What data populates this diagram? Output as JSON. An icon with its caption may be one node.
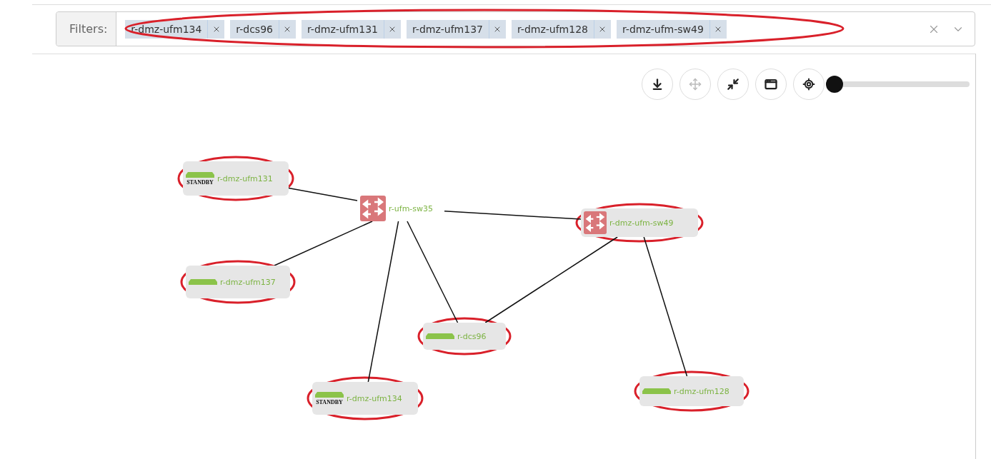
{
  "diagram": {
    "nodes": [
      {
        "text": [
          "r-dmz-ufm131",
          "STANDBY"
        ]
      },
      {
        "text": [
          "r-ufm-sw35"
        ]
      },
      {
        "text": [
          "r-dmz-ufm-sw49"
        ]
      },
      {
        "text": [
          "r-dmz-ufm137"
        ]
      },
      {
        "text": [
          "r-dcs96"
        ]
      },
      {
        "text": [
          "r-dmz-ufm134",
          "STANDBY"
        ]
      },
      {
        "text": [
          "r-dmz-ufm128"
        ]
      }
    ],
    "edges": [
      {
        "from": 0,
        "to": 1,
        "arrow": "none"
      },
      {
        "from": 3,
        "to": 1,
        "arrow": "none"
      },
      {
        "from": 1,
        "to": 2,
        "arrow": "none"
      },
      {
        "from": 1,
        "to": 5,
        "arrow": "none"
      },
      {
        "from": 1,
        "to": 4,
        "arrow": "none"
      },
      {
        "from": 2,
        "to": 4,
        "arrow": "none"
      },
      {
        "from": 2,
        "to": 6,
        "arrow": "none"
      }
    ],
    "labels": [
      "Filters:",
      "r-dmz-ufm134",
      "r-dcs96",
      "r-dmz-ufm131",
      "r-dmz-ufm137",
      "r-dmz-ufm128",
      "r-dmz-ufm-sw49"
    ]
  }
}
